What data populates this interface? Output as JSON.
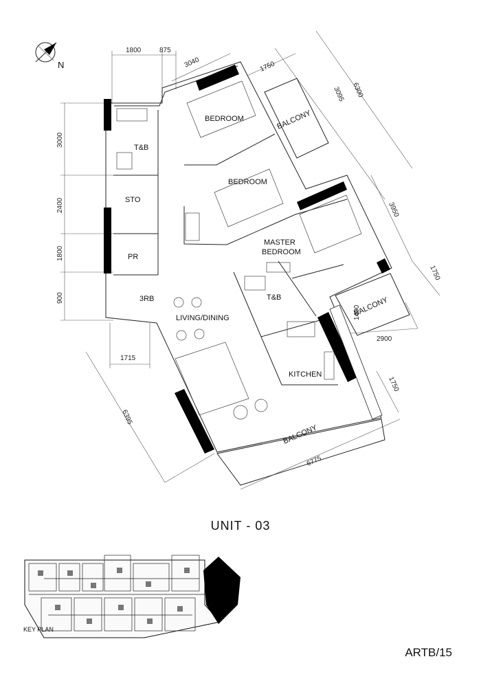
{
  "north_label": "N",
  "dimensions": {
    "top_1800": "1800",
    "top_875": "875",
    "top_3040": "3040",
    "top_1750": "1750",
    "right_3095": "3095",
    "right_6300": "6300",
    "right_3950": "3950",
    "right_1750a": "1750",
    "right_1400": "1400",
    "right_2900": "2900",
    "right_1750b": "1750",
    "left_3000": "3000",
    "left_2400": "2400",
    "left_1800": "1800",
    "left_900": "900",
    "bottom_1715": "1715",
    "bottom_6395": "6395",
    "bottom_6775": "6775"
  },
  "rooms": {
    "bedroom1": "BEDROOM",
    "bedroom2": "BEDROOM",
    "balcony_top": "BALCONY",
    "tb1": "T&B",
    "sto": "STO",
    "pr": "PR",
    "master_line1": "MASTER",
    "master_line2": "BEDROOM",
    "tb2": "T&B",
    "rb": "3RB",
    "living": "LIVING/DINING",
    "balcony_right": "BALCONY",
    "kitchen": "KITCHEN",
    "balcony_bottom": "BALCONY"
  },
  "unit_title": "UNIT - 03",
  "key_plan_label": "KEY PLAN",
  "sheet_code": "ARTB/15"
}
